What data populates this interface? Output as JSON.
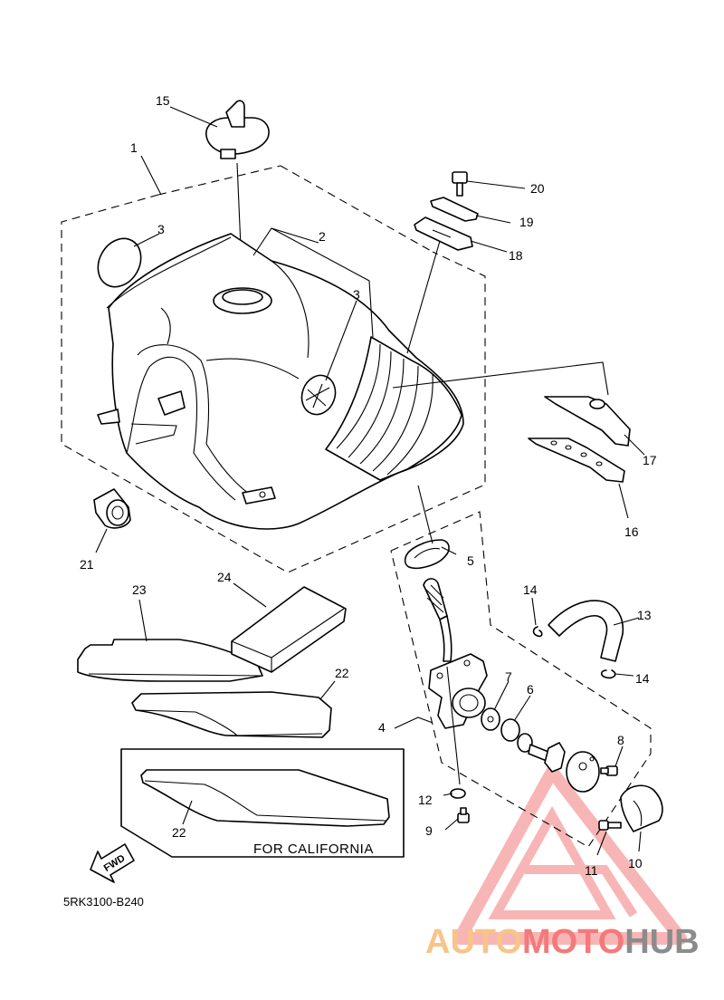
{
  "diagram": {
    "callouts": {
      "c1": "1",
      "c2": "2",
      "c3a": "3",
      "c3b": "3",
      "c4": "4",
      "c5": "5",
      "c6": "6",
      "c7": "7",
      "c8": "8",
      "c9": "9",
      "c10": "10",
      "c11": "11",
      "c12": "12",
      "c13": "13",
      "c14a": "14",
      "c14b": "14",
      "c15": "15",
      "c16": "16",
      "c17": "17",
      "c18": "18",
      "c19": "19",
      "c20": "20",
      "c21": "21",
      "c22a": "22",
      "c22b": "22",
      "c23": "23",
      "c24": "24"
    },
    "california_label": "FOR CALIFORNIA",
    "fwd_label": "FWD",
    "drawing_code": "5RK3100-B240"
  },
  "watermark": {
    "part1": "AUTO",
    "part2": "MOTO",
    "part3": "HUB",
    "color_light": "#f7c48a",
    "color_red": "#f47a7a",
    "color_gray": "#8c8c8c"
  }
}
